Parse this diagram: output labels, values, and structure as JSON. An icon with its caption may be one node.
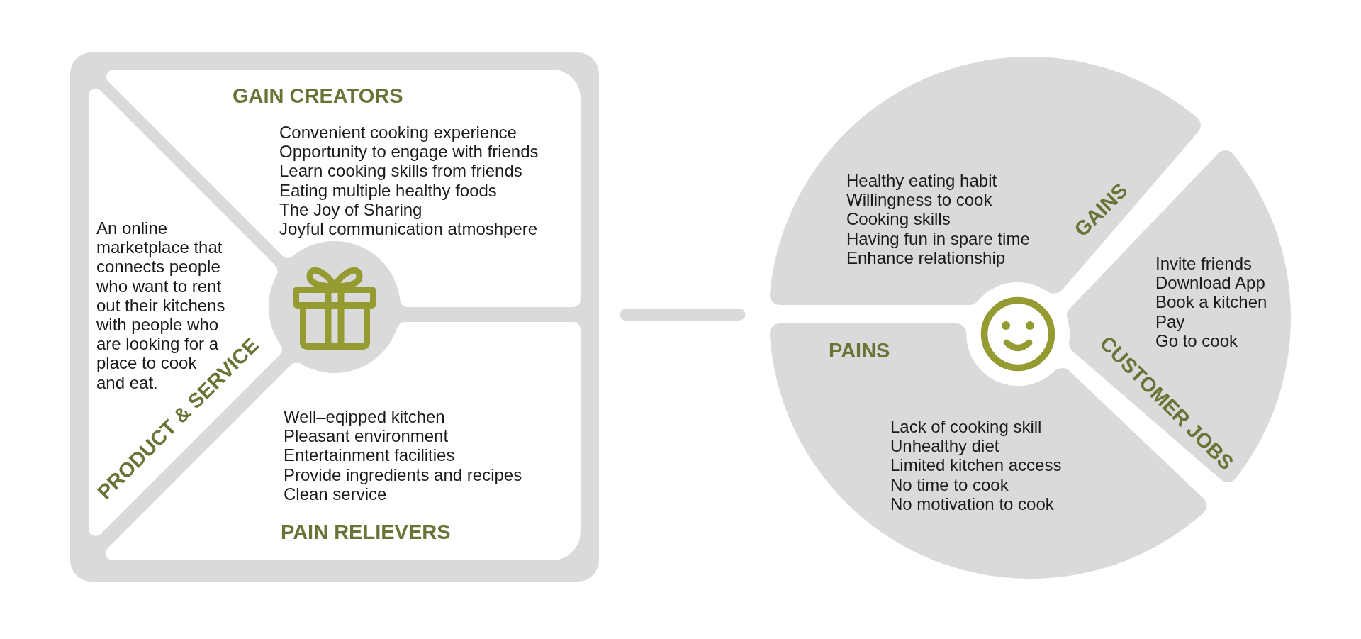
{
  "diagram": {
    "nodes": [
      {
        "text": [],
        "shape": "box"
      },
      {
        "text": [
          "GAIN CREATORS",
          "Convenient cooking experience",
          "Opportunity to engage with friends",
          "Learn cooking skills from friends",
          "Eating multiple healthy foods",
          "The Joy of Sharing",
          "Joyful communication atmoshpere"
        ],
        "in": 0
      },
      {
        "text": [
          "An online marketplace that connects people who want to rent out their kitchens with people who are looking for a place to cook and eat.",
          "PRODUCT & SERVICE"
        ],
        "in": 0
      },
      {
        "text": [
          "Well–eqipped kitchen",
          "Pleasant environment",
          "Entertainment facilities",
          "Provide ingredients and recipes",
          "Clean service",
          "PAIN RELIEVERS"
        ],
        "in": 0
      },
      {
        "text": [],
        "shape": "circle"
      },
      {
        "text": [
          "Healthy eating habit",
          "Willingness to cook",
          "Cooking skills",
          "Having fun in spare time",
          "Enhance relationship",
          "GAINS"
        ],
        "in": 4
      },
      {
        "text": [
          "Invite friends",
          "Download App",
          "Book a kitchen",
          "Pay",
          "Go to cook",
          "CUSTOMER JOBS"
        ],
        "in": 4
      },
      {
        "text": [
          "PAINS",
          "Lack of cooking skill",
          "Unhealthy diet",
          "Limited kitchen access",
          "No time to cook",
          "No motivation to cook"
        ],
        "in": 4
      }
    ],
    "edges": [
      {
        "from": 0,
        "to": 4,
        "arrow": "none"
      }
    ]
  }
}
